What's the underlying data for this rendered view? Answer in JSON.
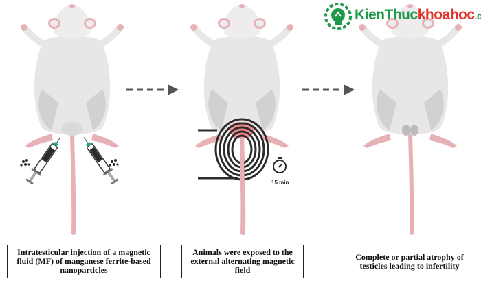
{
  "steps": [
    {
      "caption": "Intratesticular injection of a magnetic fluid (MF) of manganese ferrite-based nanoparticles"
    },
    {
      "caption": "Animals were exposed to the external alternating magnetic field"
    },
    {
      "caption": "Complete or partial atrophy of testicles leading to infertility"
    }
  ],
  "timer": {
    "label": "15 min"
  },
  "brand": {
    "name_part1": "Kien",
    "name_part2": "Thuc",
    "name_part3": "khoahoc",
    "tld": ".org"
  },
  "colors": {
    "fur": "#e8e6e6",
    "fur_shade": "#d3d0d1",
    "tail": "#e7b2b5",
    "coil": "#2b2b2b",
    "heat": "#f27f80",
    "brand_green": "#1f9a4a",
    "arrow": "#555555"
  }
}
